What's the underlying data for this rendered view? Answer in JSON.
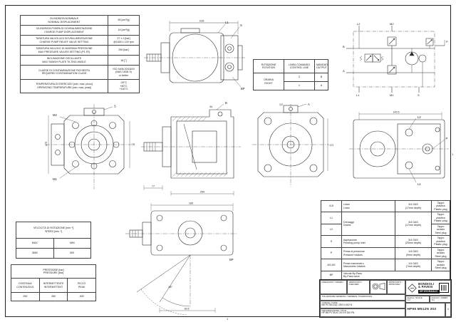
{
  "sheet": {
    "zone_right": "1",
    "zone_bottom": "1"
  },
  "spec_table": {
    "rows": [
      {
        "it": "CILINDRATA NOMINALE",
        "en": "NOMINAL DISPLACEMENT",
        "value": "55 [cm³/g]"
      },
      {
        "it": "CILINDRATA POMPA DI SOVRALIMENTAZIONE",
        "en": "CHARGE PUMP DISPLACEMENT",
        "value": "14 [cm³/g]"
      },
      {
        "it": "TARATURA VALVOLA DI SOVRALIMENTAZIONE",
        "en": "CHARGE PUMP RELIEF VALVE SETTING",
        "value": "27 ± 2 [bar]\n@1500 ± 100 rpm"
      },
      {
        "it": "TARATURA VALVOLE DI MASSIMA PRESSIONE",
        "en": "MAX PRESSURE VALVES SETTING (P1 P2)",
        "value": "250 [bar]"
      },
      {
        "it": "INCLINAZIONE OSCILLANTE",
        "en": "MAX SWASH PLATE TILTING ANGLE",
        "value": "18 [°]"
      },
      {
        "it": "CLASSE DI CONTAMINAZIONE RICHIESTA",
        "en": "REQUIRED CONTAMINATION CLASS",
        "value": "ISO 4406 20/18/15\n(NAS 1638: 9)\nor better"
      },
      {
        "it": "TEMPERATURA DI ESERCIZIO [min, max, picco]",
        "en": "OPERATING TEMPERATURE [min, max, peak]",
        "value": "-20°C\n+80°C\n+100°C"
      }
    ]
  },
  "rotation_table": {
    "col1_it": "ROTAZIONE",
    "col1_en": "ROTATION",
    "col2_it": "LINEA COMANDO",
    "col2_en": "CONTROL LINE",
    "col3_it": "MANDATA",
    "col3_en": "OUTPUT",
    "row_it": "ORARIA",
    "row_en": "RIGHT",
    "rows": [
      {
        "control": "2",
        "output": "B"
      },
      {
        "control": "1",
        "output": "A"
      }
    ]
  },
  "speed_table": {
    "title_it": "VELOCITÀ DI ROTAZIONE [min⁻¹]",
    "title_en": "SPEED [min⁻¹]",
    "max_label": "MAX",
    "min_label": "MIN",
    "max": "3650",
    "min": "500"
  },
  "pressure_table": {
    "title_it": "PRESSIONE [bar]",
    "title_en": "PRESSURE [bar]",
    "c1_it": "CONTINUA",
    "c1_en": "CONTINUOUS",
    "c2_it": "INTERMITTENTE",
    "c2_en": "INTERMITTENT",
    "c3_it": "PICCO",
    "c3_en": "PEAK",
    "v1": "250",
    "v2": "350",
    "v3": "400"
  },
  "ports_table": {
    "rows": {
      "ab": {
        "port": "A,B",
        "desc_it": "Linee",
        "desc_en": "Lines",
        "thread": "3/4 GAS",
        "depth": "(17mm depth)",
        "plug_it": "Tappo plastica",
        "plug_en": "Plastic plug"
      },
      "l1": {
        "port": "L1",
        "desc_it": "Drenaggi",
        "desc_en": "Drains",
        "thread": "3/4 GAS",
        "depth": "(17mm depth)",
        "plug_it": "Tappo plastica",
        "plug_en": "Plastic plug"
      },
      "l2": {
        "port": "L2",
        "plug_it": "Tappo acciaio",
        "plug_en": "Steel plug"
      },
      "s": {
        "port": "S",
        "desc_it": "Aspirazione",
        "desc_en": "Feeding pump inlet",
        "thread": "3/4 GAS",
        "depth": "(20mm depth)",
        "plug_it": "Tappo plastica",
        "plug_en": "Plastic plug"
      },
      "p": {
        "port": "P",
        "desc_it": "Presa di pressione",
        "desc_en": "Pressure intakes",
        "thread": "1/4 GAS",
        "depth": "(9mm depth)",
        "plug_it": "Tappo acciaio",
        "plug_en": "Steel plug"
      },
      "m": {
        "port": "M1,M2",
        "desc_it": "Prese manometro",
        "desc_en": "Manometer intakes",
        "thread": "1/4 GAS",
        "depth": "(7mm depth)",
        "plug_it": "Tappo acciaio",
        "plug_en": "Steel plug"
      },
      "bp": {
        "port": "BP",
        "desc_it": "Valvola By-Pass",
        "desc_en": "By-Pass valve"
      }
    }
  },
  "schematic": {
    "labels": {
      "l2": "L2",
      "m2": "M2",
      "p": "P",
      "b": "B",
      "a": "A",
      "l1": "L1",
      "m1": "M1",
      "s": "S"
    }
  },
  "views": {
    "top": {
      "dim_width": "216",
      "label_l1": "L1",
      "label_s": "S",
      "label_bp": "BP"
    },
    "front": {
      "label_m2": "M2",
      "label_s": "S",
      "label_m1": "M1",
      "dim_left": "179",
      "dim_right": "73"
    },
    "section": {
      "label_b": "B",
      "dim_bottom": "254",
      "dim_shaft": "77",
      "dim_top": "34"
    },
    "rear": {
      "label_a": "A",
      "dim_right": "172",
      "dim_top": "1/2"
    },
    "side": {
      "label_l2": "L2",
      "label_p": "P",
      "label_l1": "L1",
      "dim_top": "143.5"
    },
    "bottom": {
      "angle": "18°",
      "dim_top": "165",
      "dim_bottom": "93.5",
      "label_bp": "BP"
    }
  },
  "title_block": {
    "drawn_label": "DISEGNATO / DRAWN",
    "checked_label": "VERIFICATO / CHECKED",
    "approved_label": "APPROVATO / APPROVED",
    "tol_label": "TOLLERANZE GENERALI / GENERAL TOLERANCES",
    "scale_label": "SCALA / SCALE",
    "scale_value": "1:2",
    "sheet_label": "FOGLIO / SHEET",
    "sheet_value": "1/1",
    "code_label": "CODICE / CODE",
    "code_value": "M5 PV 55-G4U I 25S N 302 N",
    "denom_label": "DENOMINAZIONE / TITLE",
    "denom_value": "HP M5 PV 55 A I 25 S N 302 PN",
    "company_line1": "BONDIOLI",
    "company_line2": "& PAVESI",
    "brand": "HP HYDRAULIC",
    "drawing_number": "HP99 M512N 303",
    "rev": "1"
  }
}
